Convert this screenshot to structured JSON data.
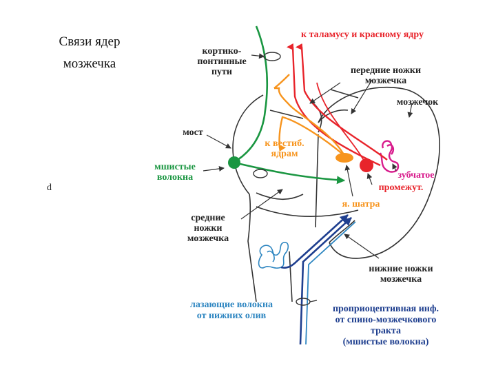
{
  "title": {
    "line1": "Связи ядер",
    "line2": "мозжечка"
  },
  "side_letter": "d",
  "labels": {
    "thalamus": "к таламусу и красному ядру",
    "cortico_1": "кортико-",
    "cortico_2": "понтинные",
    "cortico_3": "пути",
    "front_peduncles_1": "передние ножки",
    "front_peduncles_2": "мозжечка",
    "cerebellum": "мозжечок",
    "pons": "мост",
    "vestib_1": "к вестиб.",
    "vestib_2": "ядрам",
    "mossy_1": "мшистые",
    "mossy_2": "волокна",
    "dentate": "зубчатое",
    "interposed": "промежут.",
    "fastigial": "я. шатра",
    "middle_peduncles_1": "средние",
    "middle_peduncles_2": "ножки",
    "middle_peduncles_3": "мозжечка",
    "lower_peduncles_1": "нижние ножки",
    "lower_peduncles_2": "мозжечка",
    "climbing_1": "лазающие волокна",
    "climbing_2": "от нижних олив",
    "proprio_1": "проприоцептивная инф.",
    "proprio_2": "от спино-мозжечкового",
    "proprio_3": "тракта",
    "proprio_4": "(мшистые волокна)"
  },
  "colors": {
    "red": "#e8242b",
    "orange": "#f7941d",
    "green": "#1a9641",
    "magenta": "#d81b8c",
    "blue_dark": "#1f3f8f",
    "blue_light": "#2e86c1",
    "outline": "#333333"
  }
}
